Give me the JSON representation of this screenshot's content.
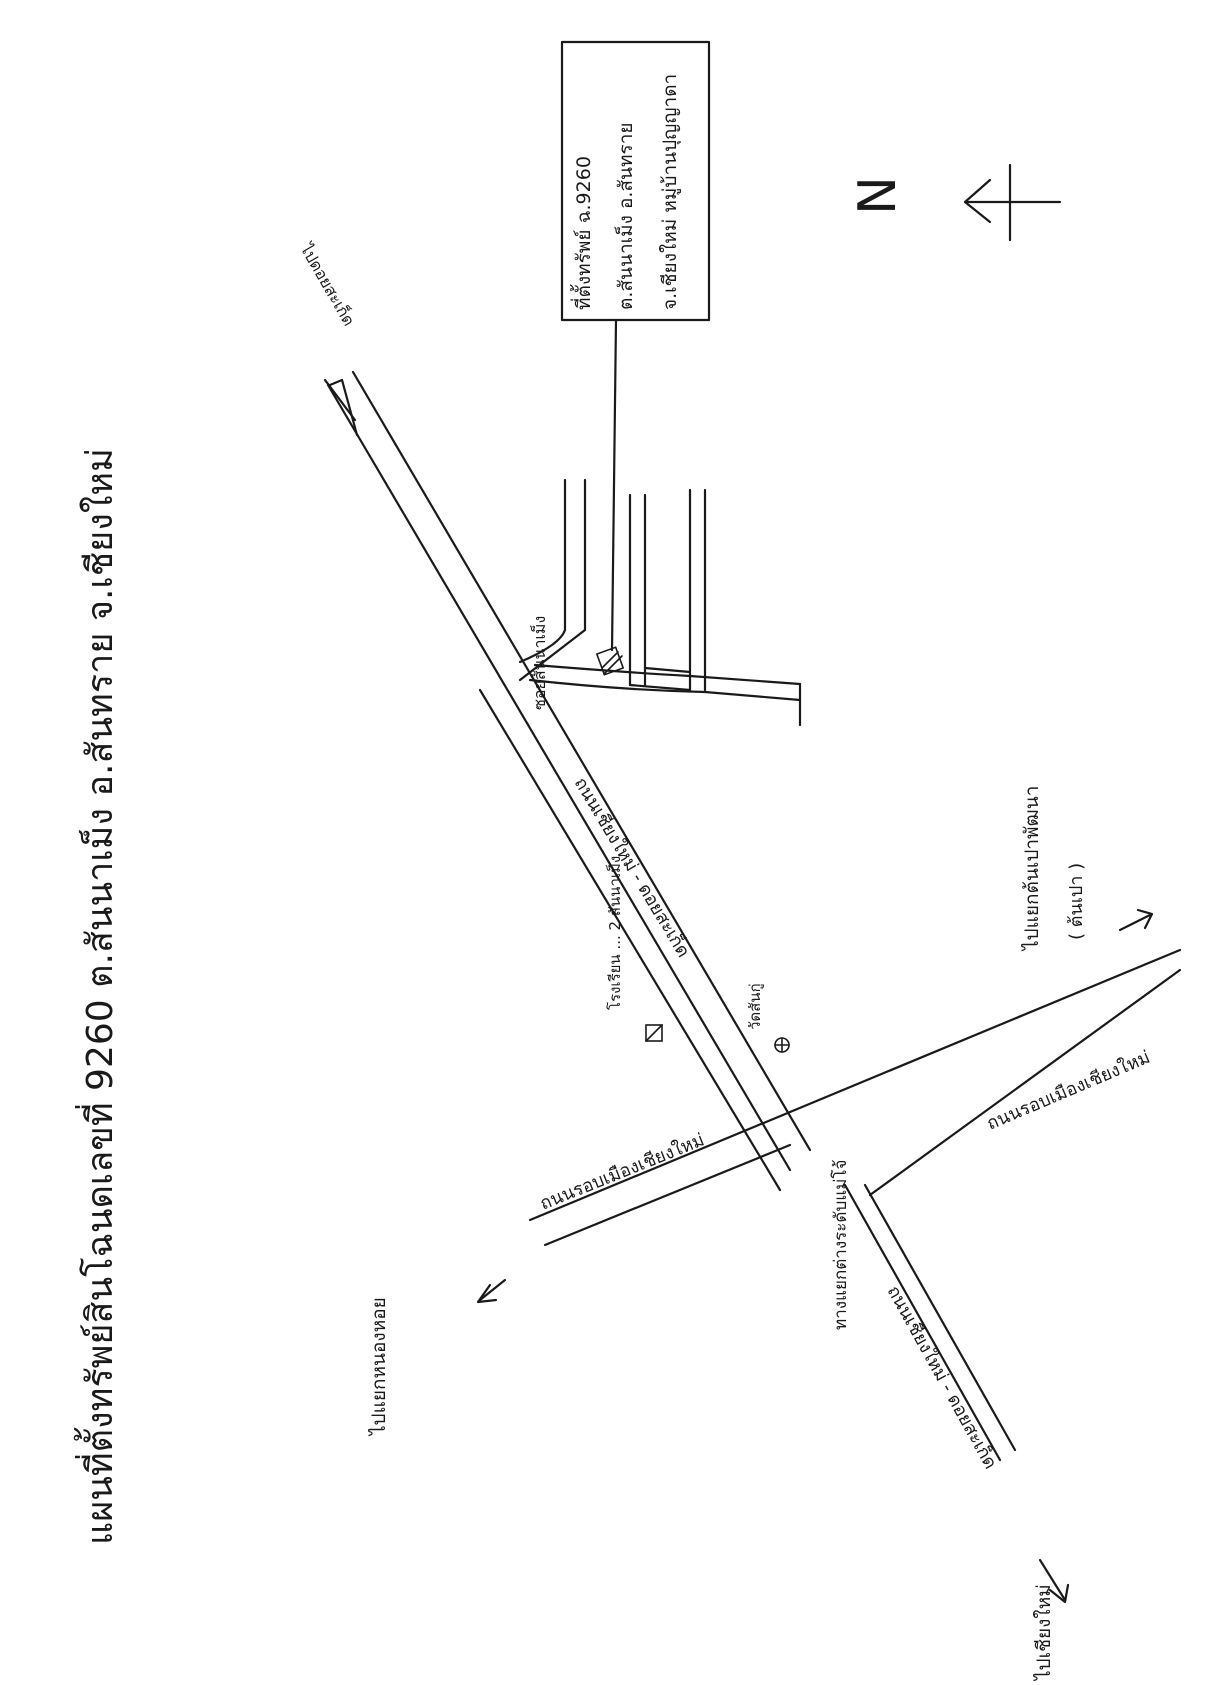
{
  "map": {
    "title": "แผนที่ตั้งทรัพย์สินโฉนดเลขที่ 9260 ต.สันนาเม็ง อ.สันทราย จ.เชียงใหม่",
    "north_label": "N",
    "property_box": {
      "line1": "ที่ตั้งทรัพย์ ฉ.9260",
      "line2": "ต.สันนาเม็ง อ.สันทราย",
      "line3": "จ.เชียงใหม่ หมู่บ้านปุญญาดา"
    },
    "roads": {
      "highway_upper": "ถนนเชียงใหม่ - ดอยสะเก็ด",
      "highway_lower": "ถนนเชียงใหม่ - ดอยสะเก็ด",
      "ring_road_left": "ถนนรอบเมืองเชียงใหม่",
      "ring_road_right": "ถนนรอบเมืองเชียงใหม่",
      "soi": "ซอยสันนาเม็ง"
    },
    "landmarks": {
      "school": "โรงเรียน ... 2 สันนาเม็ง",
      "temple": "วัดสันกู่",
      "junction": "ทางแยกต่างระดับแม่โจ้"
    },
    "directions": {
      "to_doi_saket": "ไปดอยสะเก็ด",
      "to_nong_hoi": "ไปแยกหนองหอย",
      "to_chiang_mai": "ไปเชียงใหม่",
      "to_san_pa_tong": "ไปแยกต้นเปาพัฒนา",
      "to_san_pa_tong_sub": "( ต้นเปา )"
    }
  }
}
